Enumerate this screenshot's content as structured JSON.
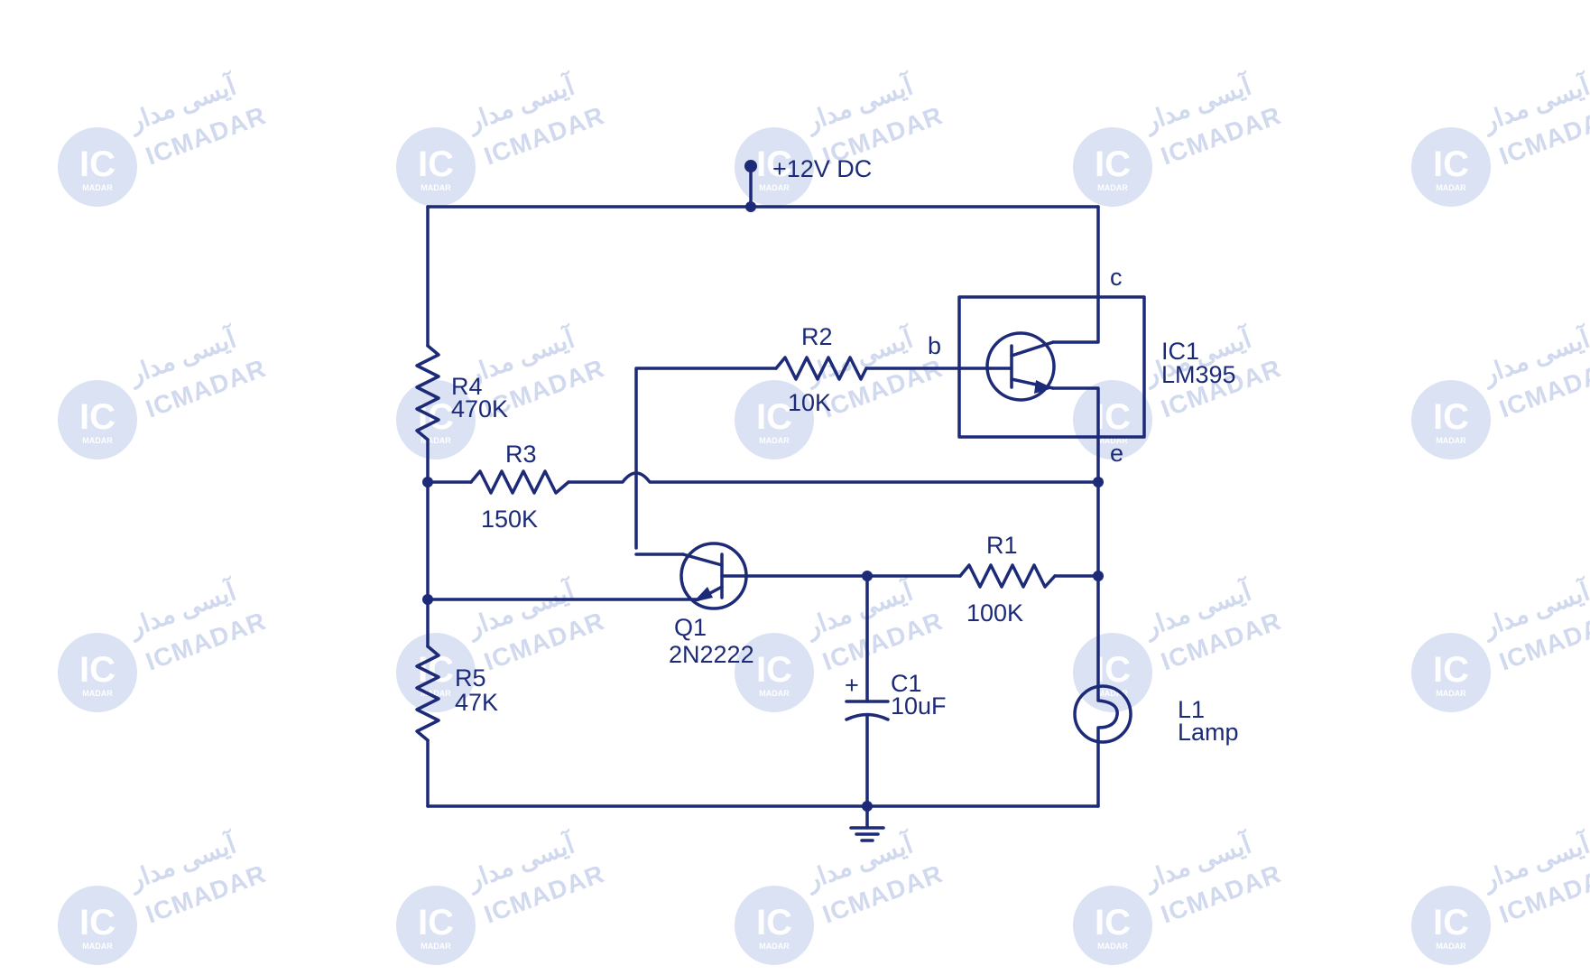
{
  "diagram": {
    "supply_label": "+12V DC",
    "components": {
      "r4": {
        "name": "R4",
        "value": "470K"
      },
      "r3": {
        "name": "R3",
        "value": "150K"
      },
      "r2": {
        "name": "R2",
        "value": "10K"
      },
      "r5": {
        "name": "R5",
        "value": "47K"
      },
      "r1": {
        "name": "R1",
        "value": "100K"
      },
      "q1": {
        "name": "Q1",
        "value": "2N2222"
      },
      "c1": {
        "name": "C1",
        "value": "10uF"
      },
      "ic1": {
        "name": "IC1",
        "value": "LM395"
      },
      "l1": {
        "name": "L1",
        "value": "Lamp"
      }
    },
    "pins": {
      "collector": "c",
      "base": "b",
      "emitter": "e"
    },
    "polarity_mark": "+"
  },
  "watermark": {
    "brand": "ICMADAR",
    "logo_text": "IC",
    "logo_sub": "MADAR",
    "persian": "آیسی مدار"
  },
  "colors": {
    "ink": "#1c2a78",
    "watermark": "#c9d3ec"
  }
}
